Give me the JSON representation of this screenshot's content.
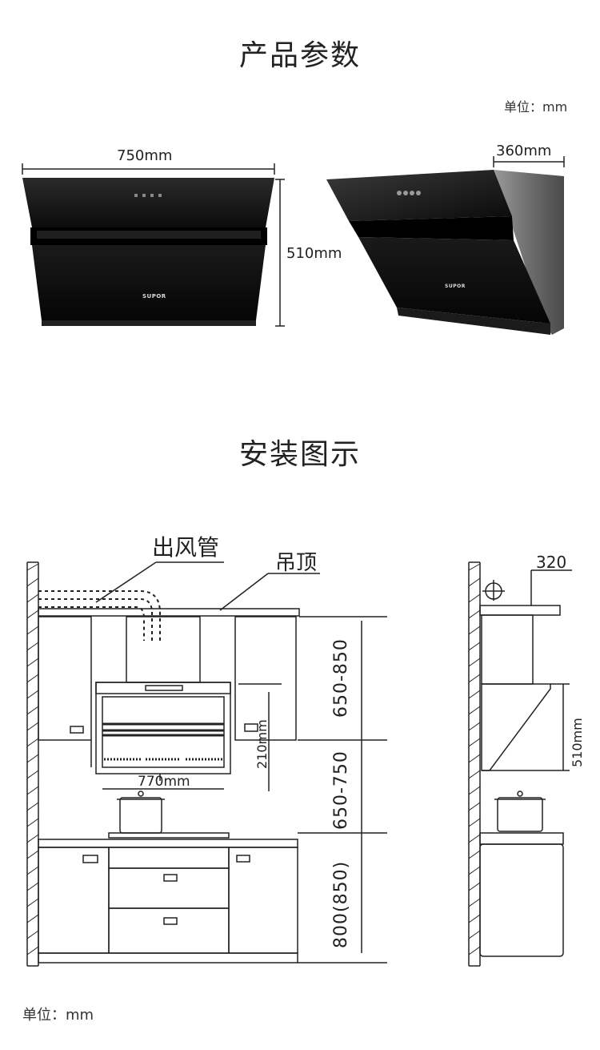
{
  "params": {
    "title": "产品参数",
    "unit": "单位：mm",
    "width_label": "750mm",
    "height_label": "510mm",
    "depth_label": "360mm",
    "brand_logo": "SUPOR"
  },
  "install": {
    "title": "安装图示",
    "duct_label": "出风管",
    "ceiling_label": "吊顶",
    "range_upper": "650-850",
    "range_lower": "650-750",
    "base_height": "800(850)",
    "hood_width": "770mm",
    "hood_gap": "210mm",
    "side_depth": "320",
    "side_height": "510mm",
    "unit": "单位：mm"
  },
  "colors": {
    "hood_black": "#111111",
    "steel": "#8a8a8a",
    "line": "#222222"
  }
}
